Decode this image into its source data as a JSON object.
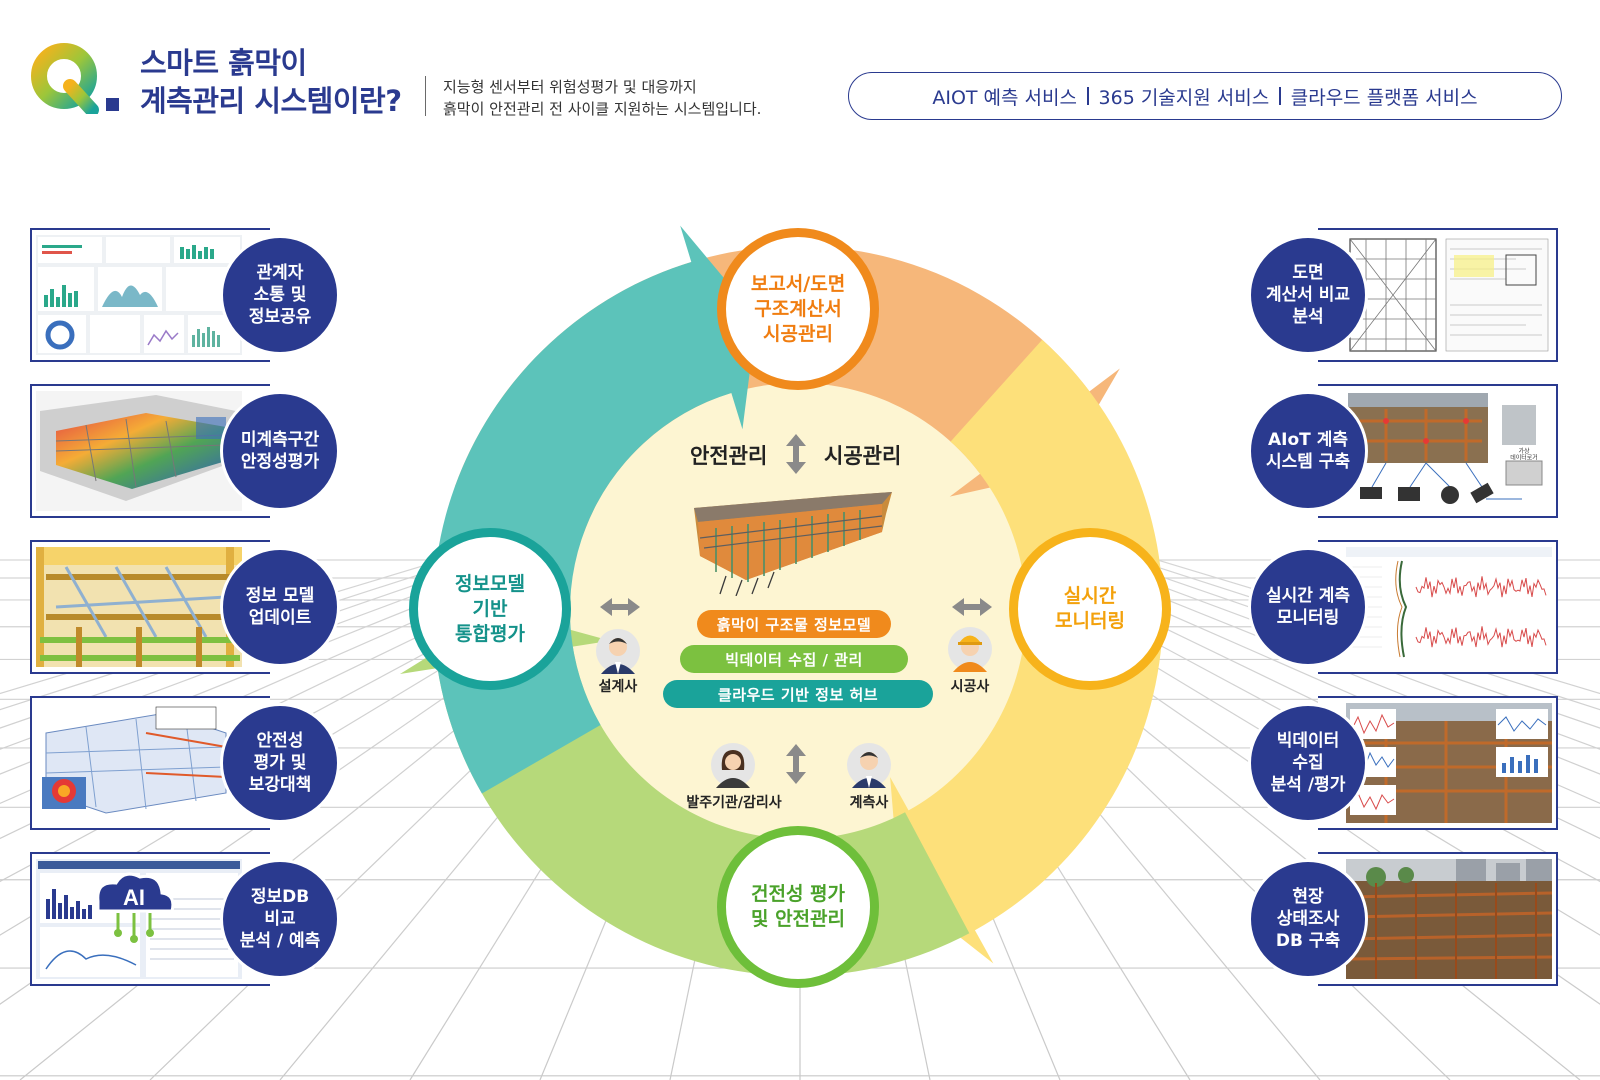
{
  "header": {
    "q_letter": "Q",
    "title_line1": "스마트 흙막이",
    "title_line2": "계측관리 시스템이란?",
    "subtitle_line1": "지능형 센서부터 위험성평가 및 대응까지",
    "subtitle_line2": "흙막이 안전관리 전 사이클 지원하는 시스템입니다.",
    "services": [
      "AIOT 예측 서비스",
      "365 기술지원 서비스",
      "클라우드 플랫폼 서비스"
    ]
  },
  "left_cards": [
    {
      "label": "관계자\n소통 및\n정보공유",
      "thumb": "dashboard"
    },
    {
      "label": "미계측구간\n안정성평가",
      "thumb": "fea-3d"
    },
    {
      "label": "정보 모델\n업데이트",
      "thumb": "bim-frame"
    },
    {
      "label": "안전성\n평가 및\n보강대책",
      "thumb": "analysis"
    },
    {
      "label": "정보DB\n비교\n분석 / 예측",
      "thumb": "ai-software"
    }
  ],
  "right_cards": [
    {
      "label": "도면\n계산서 비교\n분석",
      "thumb": "drawing"
    },
    {
      "label": "AIoT 계측\n시스템 구축",
      "thumb": "sensors"
    },
    {
      "label": "실시간 계측\n모니터링",
      "thumb": "charts"
    },
    {
      "label": "빅데이터\n수집\n분석 /평가",
      "thumb": "site-charts"
    },
    {
      "label": "현장\n상태조사\nDB 구축",
      "thumb": "site-photo"
    }
  ],
  "thumb_text": {
    "sensor_caption": "가상\n데이터로거",
    "ai_badge": "AI"
  },
  "cycle": {
    "top": "보고서/도면\n구조계산서\n시공관리",
    "right": "실시간\n모니터링",
    "bottom": "건전성 평가\n및 안전관리",
    "left": "정보모델\n기반\n통합평가",
    "colors": {
      "top": "#f6b77a",
      "right": "#fde07a",
      "bottom": "#b6d97a",
      "left": "#5cc3ba"
    }
  },
  "center": {
    "left_head": "안전관리",
    "right_head": "시공관리",
    "pills": [
      {
        "text": "흙막이 구조물 정보모델",
        "color": "#f08a1c"
      },
      {
        "text": "빅데이터 수집 / 관리",
        "color": "#7cc140"
      },
      {
        "text": "클라우드 기반 정보 허브",
        "color": "#1aa39a"
      }
    ],
    "people": {
      "designer": "설계사",
      "contractor": "시공사",
      "client": "발주기관/감리사",
      "measurer": "계측사"
    }
  }
}
